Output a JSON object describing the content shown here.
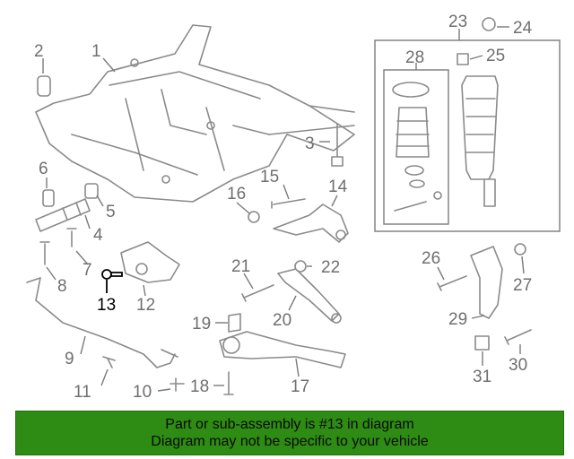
{
  "diagram": {
    "callouts": {
      "c1": "1",
      "c2": "2",
      "c3": "3",
      "c4": "4",
      "c5": "5",
      "c6": "6",
      "c7": "7",
      "c8": "8",
      "c9": "9",
      "c10": "10",
      "c11": "11",
      "c12": "12",
      "c13": "13",
      "c14": "14",
      "c15": "15",
      "c16": "16",
      "c17": "17",
      "c18": "18",
      "c19": "19",
      "c20": "20",
      "c21": "21",
      "c22": "22",
      "c23": "23",
      "c24": "24",
      "c25": "25",
      "c26": "26",
      "c27": "27",
      "c28": "28",
      "c29": "29",
      "c30": "30",
      "c31": "31"
    },
    "highlighted_part": "13"
  },
  "banner": {
    "line1": "Part or sub-assembly is #13 in diagram",
    "line2": "Diagram may not be specific to your vehicle",
    "color": "#2e8b14"
  }
}
